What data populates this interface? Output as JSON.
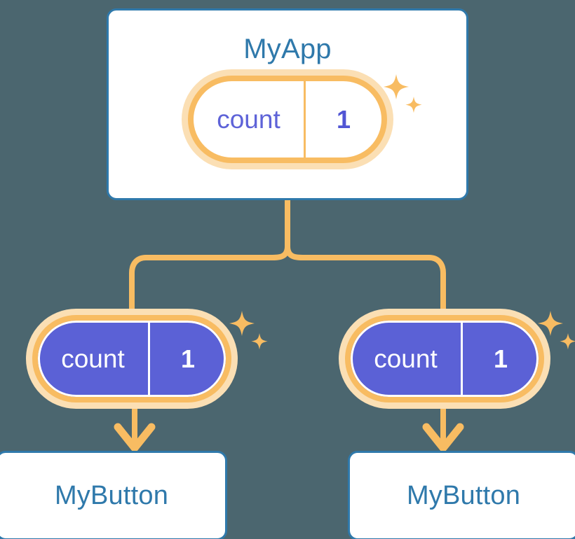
{
  "background_color": "#4b666f",
  "palette": {
    "card_border_blue": "#2f79ab",
    "card_text_blue": "#2f79ab",
    "signal_orange": "#f8bc62",
    "signal_halo": "#fbdfb4",
    "value_indigo": "#5b61d6",
    "pill_text_indigo": "#5e63d8",
    "card_fill": "#ffffff"
  },
  "diagram": {
    "type": "component-signal-tree",
    "app": {
      "title": "MyApp",
      "signal": {
        "name": "count",
        "value": "1",
        "style": "outline"
      },
      "sparkle_name": "sparkle-icon"
    },
    "children": [
      {
        "signal": {
          "name": "count",
          "value": "1",
          "style": "filled"
        },
        "card_title": "MyButton",
        "sparkle_name": "sparkle-icon"
      },
      {
        "signal": {
          "name": "count",
          "value": "1",
          "style": "filled"
        },
        "card_title": "MyButton",
        "sparkle_name": "sparkle-icon"
      }
    ],
    "connectors": {
      "trunk_name": "trunk-connector",
      "branch_left_name": "branch-connector-left",
      "branch_right_name": "branch-connector-right",
      "arrow_left_name": "arrow-to-mybutton-left",
      "arrow_right_name": "arrow-to-mybutton-right"
    }
  }
}
